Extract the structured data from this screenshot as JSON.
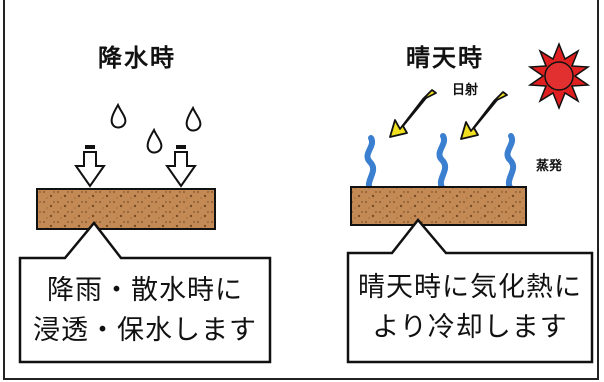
{
  "left_panel": {
    "heading": "降水時",
    "caption_line1": "降雨・散水時に",
    "caption_line2": "浸透・保水します"
  },
  "right_panel": {
    "heading": "晴天時",
    "sunlight_label": "日射",
    "evaporation_label": "蒸発",
    "caption_line1": "晴天時に気化熱に",
    "caption_line2": "より冷却します"
  },
  "colors": {
    "soil": "#c38a55",
    "soil_speckle": "#8a5a2e",
    "sun": "#e02020",
    "sunlight_arrow": "#f0e020",
    "vapor": "#3a7fd0",
    "outline": "#111111"
  },
  "icons": {
    "raindrop": "raindrop-icon",
    "infiltration_arrow": "down-arrow-icon",
    "sun": "sun-icon",
    "sunlight_arrow": "diagonal-arrow-icon",
    "vapor": "vapor-wave-icon"
  }
}
